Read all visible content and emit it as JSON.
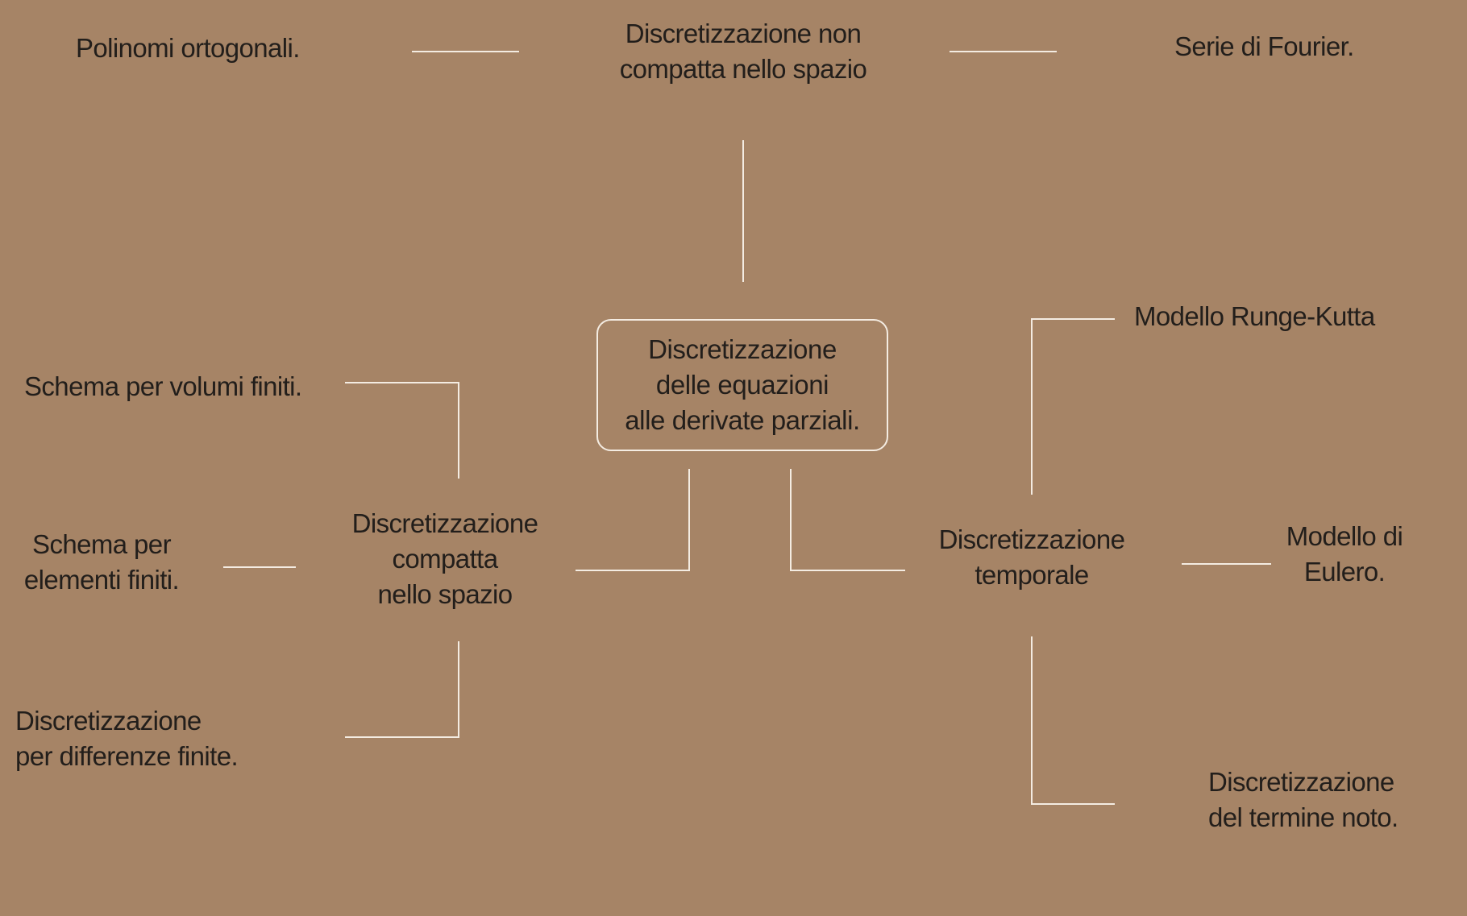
{
  "diagram": {
    "root": {
      "lines": [
        "Discretizzazione",
        "delle equazioni",
        "alle derivate parziali."
      ]
    },
    "non_compact": {
      "lines": [
        "Discretizzazione non",
        "compatta nello spazio"
      ],
      "children": [
        {
          "lines": [
            "Polinomi ortogonali."
          ]
        },
        {
          "lines": [
            "Serie di Fourier."
          ]
        }
      ]
    },
    "compact": {
      "lines": [
        "Discretizzazione",
        "compatta",
        "nello spazio"
      ],
      "children": [
        {
          "lines": [
            "Schema per volumi finiti."
          ]
        },
        {
          "lines": [
            "Schema per",
            "elementi finiti."
          ]
        },
        {
          "lines": [
            "Discretizzazione",
            "per differenze finite."
          ]
        }
      ]
    },
    "temporal": {
      "lines": [
        "Discretizzazione",
        "temporale"
      ],
      "children": [
        {
          "lines": [
            "Modello Runge-Kutta"
          ]
        },
        {
          "lines": [
            "Modello di",
            "Eulero."
          ]
        },
        {
          "lines": [
            "Discretizzazione",
            "del termine noto."
          ]
        }
      ]
    }
  },
  "colors": {
    "background": "#a68466",
    "text": "#221e1b",
    "connector": "#f4ece2"
  }
}
